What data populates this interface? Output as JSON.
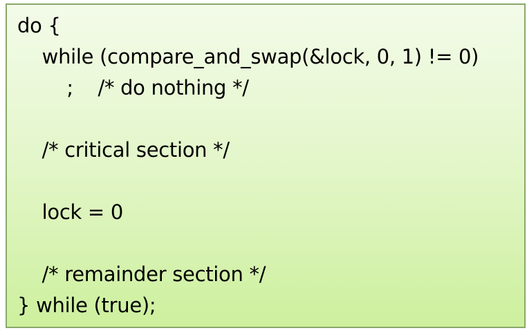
{
  "code": {
    "lines": [
      "do {",
      "    while (compare_and_swap(&lock, 0, 1) != 0)",
      "        ;    /* do nothing */",
      "",
      "    /* critical section */",
      "",
      "    lock = 0",
      "",
      "    /* remainder section */",
      "} while (true);"
    ]
  },
  "colors": {
    "box_border": "#8aa86a",
    "gradient_top": "#f3fbe9",
    "gradient_bottom": "#cdf09d",
    "text": "#000000"
  }
}
